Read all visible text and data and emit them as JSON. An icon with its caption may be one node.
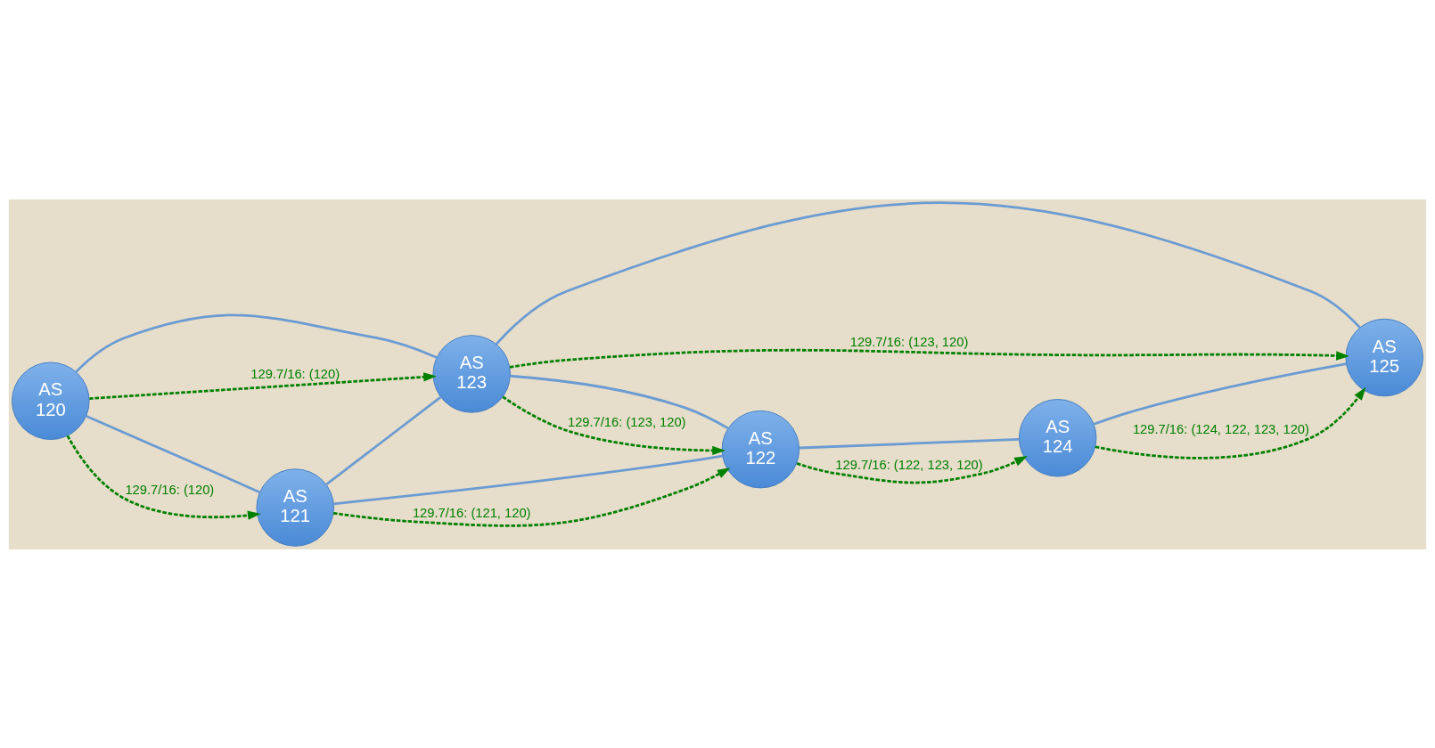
{
  "diagram": {
    "nodes": [
      {
        "text": [
          "AS 120"
        ]
      },
      {
        "text": [
          "AS 123"
        ]
      },
      {
        "text": [
          "AS 125"
        ]
      },
      {
        "text": [
          "AS 121"
        ]
      },
      {
        "text": [
          "AS 124"
        ]
      },
      {
        "text": [
          "AS 122"
        ]
      }
    ],
    "edges": [
      {
        "from": 0,
        "to": 1,
        "arrow": "none"
      },
      {
        "from": 1,
        "to": 2,
        "arrow": "none"
      },
      {
        "from": 0,
        "to": 3,
        "arrow": "none"
      },
      {
        "from": 3,
        "to": 1,
        "arrow": "none"
      },
      {
        "from": 1,
        "to": 5,
        "arrow": "none"
      },
      {
        "from": 3,
        "to": 5,
        "arrow": "none"
      },
      {
        "from": 5,
        "to": 4,
        "arrow": "none"
      },
      {
        "from": 4,
        "to": 2,
        "arrow": "none"
      },
      {
        "from": 0,
        "to": 1,
        "arrow": "to",
        "label": "129.7/16: (120)",
        "style": "dashed",
        "color": "#008000"
      },
      {
        "from": 1,
        "to": 2,
        "arrow": "to",
        "label": "129.7/16: (123, 120)",
        "style": "dashed",
        "color": "#008000"
      },
      {
        "from": 0,
        "to": 3,
        "arrow": "to",
        "label": "129.7/16: (120)",
        "style": "dashed",
        "color": "#008000"
      },
      {
        "from": 1,
        "to": 5,
        "arrow": "to",
        "label": "129.7/16: (123, 120)",
        "style": "dashed",
        "color": "#008000"
      },
      {
        "from": 3,
        "to": 5,
        "arrow": "to",
        "label": "129.7/16: (121, 120)",
        "style": "dashed",
        "color": "#008000"
      },
      {
        "from": 5,
        "to": 4,
        "arrow": "to",
        "label": "129.7/16: (122, 123, 120)",
        "style": "dashed",
        "color": "#008000"
      },
      {
        "from": 4,
        "to": 2,
        "arrow": "to",
        "label": "129.7/16: (124, 122, 123, 120)",
        "style": "dashed",
        "color": "#008000"
      }
    ]
  }
}
